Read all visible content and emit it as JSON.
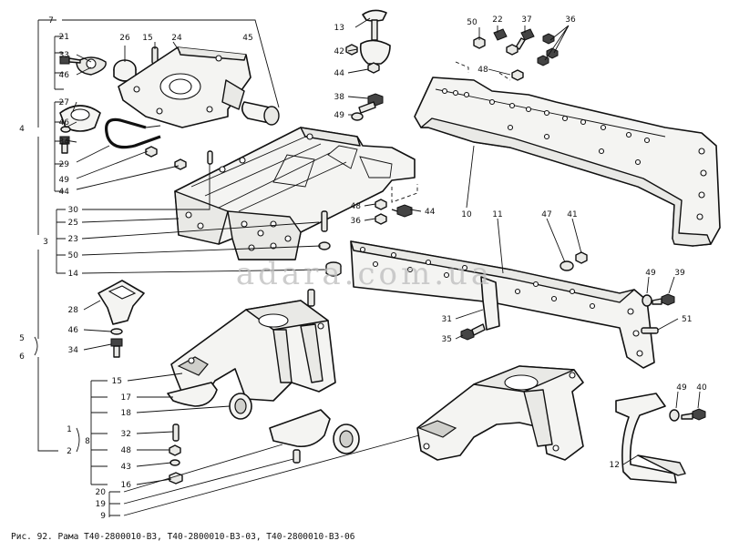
{
  "caption": "Рис. 92. Рама Т40-2800010-В3, Т40-2800010-В3-03, Т40-2800010-В3-06",
  "watermark": "adara.com.ua",
  "callouts": {
    "c7": "7",
    "c21": "21",
    "c33": "33",
    "c46a": "46",
    "c26": "26",
    "c15a": "15",
    "c24": "24",
    "c45": "45",
    "c27": "27",
    "c46b": "46",
    "c34a": "34",
    "c4": "4",
    "c29": "29",
    "c49a": "49",
    "c44a": "44",
    "c30": "30",
    "c25": "25",
    "c3": "3",
    "c23": "23",
    "c50a": "50",
    "c14": "14",
    "c28": "28",
    "c46c": "46",
    "c34b": "34",
    "c5": "5",
    "c6": "6",
    "c15b": "15",
    "c17": "17",
    "c18": "18",
    "c32": "32",
    "c48a": "48",
    "c43": "43",
    "c16": "16",
    "c1": "1",
    "c2": "2",
    "c8": "8",
    "c20": "20",
    "c19": "19",
    "c9": "9",
    "c13": "13",
    "c42": "42",
    "c44b": "44",
    "c38": "38",
    "c49b": "49",
    "c48b": "48",
    "c36a": "36",
    "c44c": "44",
    "c50b": "50",
    "c22": "22",
    "c37": "37",
    "c36b": "36",
    "c48c": "48",
    "c10": "10",
    "c11": "11",
    "c47": "47",
    "c41": "41",
    "c49c": "49",
    "c39": "39",
    "c31": "31",
    "c35": "35",
    "c51": "51",
    "c49d": "49",
    "c40": "40",
    "c12": "12"
  }
}
